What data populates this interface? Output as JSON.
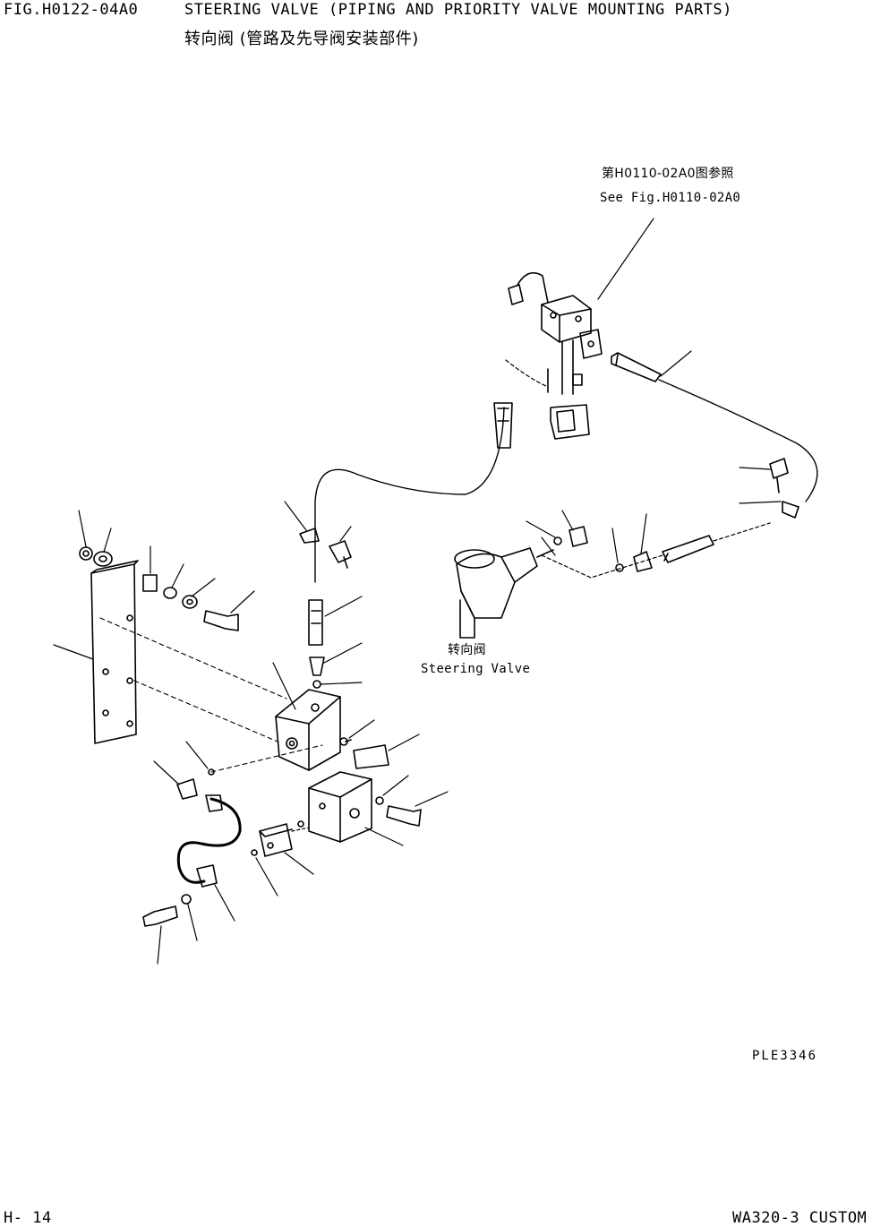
{
  "header": {
    "fig_code": "FIG.H0122-04A0",
    "title_en": "STEERING VALVE (PIPING AND PRIORITY VALVE MOUNTING PARTS)",
    "title_cn": "转向阀 (管路及先导阀安装部件)"
  },
  "callouts": {
    "reference_cn": "第H0110-02A0图参照",
    "reference_en": "See Fig.H0110-02A0",
    "steering_valve_cn": "转向阀",
    "steering_valve_en": "Steering Valve"
  },
  "footer": {
    "plate_code": "PLE3346",
    "page_number": "H- 14",
    "model": "WA320-3 CUSTOM"
  }
}
